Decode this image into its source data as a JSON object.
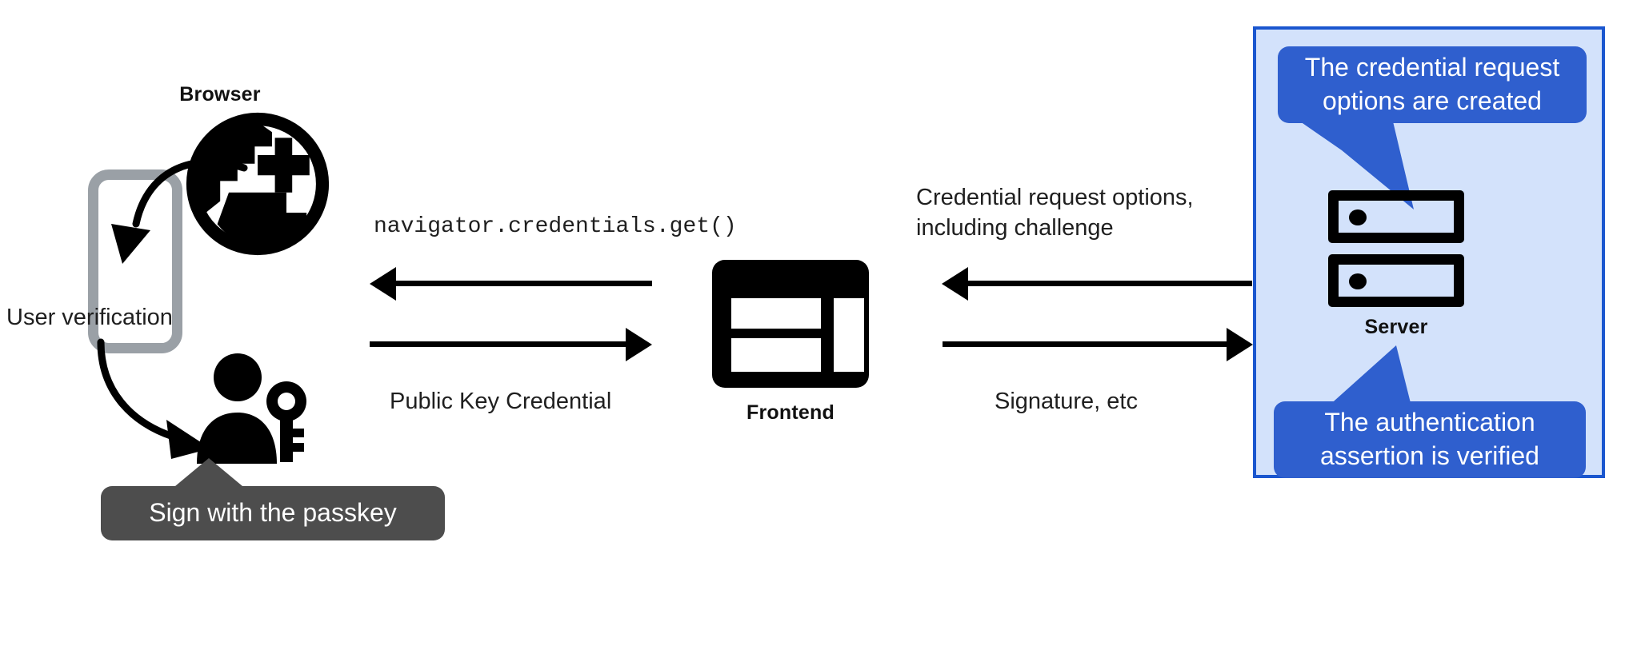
{
  "diagram": {
    "title_visible": false,
    "background": "#ffffff",
    "accent_blue": "#2f5fce",
    "panel_fill": "#d3e2fb",
    "panel_border": "#1a56cf",
    "callout_gray": "#4d4d4d",
    "device_gray": "#9aa0a6"
  },
  "nodes": {
    "browser": {
      "label": "Browser",
      "icon": "globe-icon"
    },
    "frontend": {
      "label": "Frontend",
      "icon": "layout-dashboard-icon"
    },
    "server": {
      "label": "Server",
      "icon": "server-rack-icon"
    },
    "phone": {
      "icon": "mobile-phone-icon"
    },
    "user": {
      "icon": "person-with-key-icon"
    }
  },
  "annotations": {
    "user_verification": "User verification",
    "sign_with_passkey": "Sign with the passkey",
    "credential_request_created": "The credential request\noptions are created",
    "assertion_verified": "The authentication\nassertion is verified"
  },
  "flows": {
    "browser_to_frontend_request": "navigator.credentials.get()",
    "frontend_to_browser_credential": "Public Key Credential",
    "server_to_frontend_options": "Credential request options,\nincluding challenge",
    "frontend_to_server_signature": "Signature, etc"
  }
}
